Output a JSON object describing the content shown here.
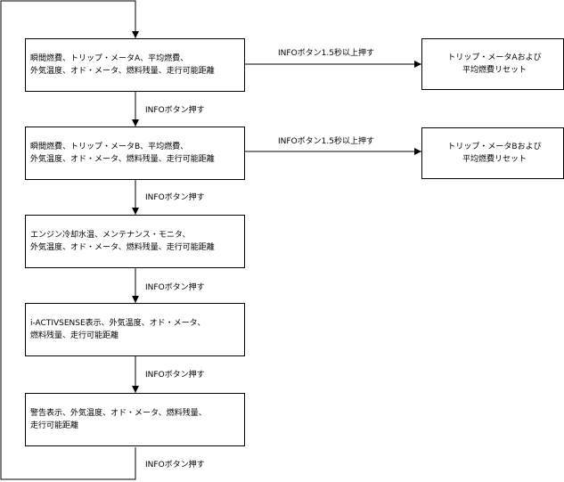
{
  "modes": [
    {
      "text": "瞬間燃費、トリップ・メータA、平均燃費、\n外気温度、オド・メータ、燃料残量、走行可能距離"
    },
    {
      "text": "瞬間燃費、トリップ・メータB、平均燃費、\n外気温度、オド・メータ、燃料残量、走行可能距離"
    },
    {
      "text": "エンジン冷却水温、メンテナンス・モニタ、\n外気温度、オド・メータ、燃料残量、走行可能距離"
    },
    {
      "text": "i-ACTIVSENSE表示、外気温度、オド・メータ、\n燃料残量、走行可能距離"
    },
    {
      "text": "警告表示、外気温度、オド・メータ、燃料残量、\n走行可能距離"
    }
  ],
  "resets": [
    {
      "text": "トリップ・メータAおよび\n平均燃費リセット"
    },
    {
      "text": "トリップ・メータBおよび\n平均燃費リセット"
    }
  ],
  "labels": {
    "press": "INFOボタン押す",
    "long_press": "INFOボタン1.5秒以上押す"
  }
}
